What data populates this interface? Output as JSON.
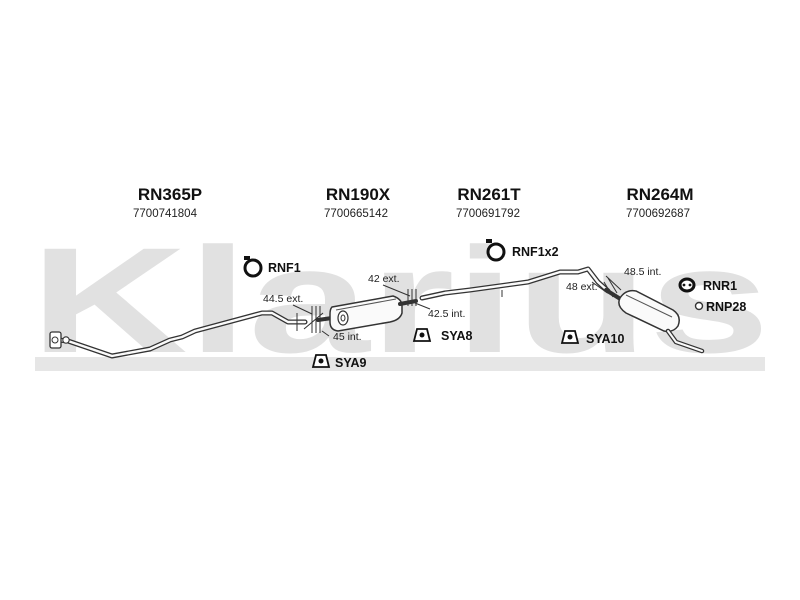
{
  "watermark": "Klarius",
  "parts": [
    {
      "code": "RN365P",
      "number": "7700741804"
    },
    {
      "code": "RN190X",
      "number": "7700665142"
    },
    {
      "code": "RN261T",
      "number": "7700691792"
    },
    {
      "code": "RN264M",
      "number": "7700692687"
    }
  ],
  "accessories": [
    {
      "label": "RNF1",
      "icon": "clamp-ring-icon"
    },
    {
      "label": "RNF1x2",
      "icon": "clamp-ring-icon"
    },
    {
      "label": "RNR1",
      "icon": "rubber-hanger-icon"
    },
    {
      "label": "RNP28",
      "icon": "small-ring-icon"
    },
    {
      "label": "SYA9",
      "icon": "mounting-bracket-icon"
    },
    {
      "label": "SYA8",
      "icon": "mounting-bracket-icon"
    },
    {
      "label": "SYA10",
      "icon": "mounting-bracket-icon"
    }
  ],
  "dimensions": [
    "44.5 ext.",
    "45 int.",
    "42 ext.",
    "42.5 int.",
    "48 ext.",
    "48.5 int."
  ],
  "colors": {
    "line": "#333333",
    "watermark": "#e1e1e1",
    "band": "#e6e6e6"
  }
}
